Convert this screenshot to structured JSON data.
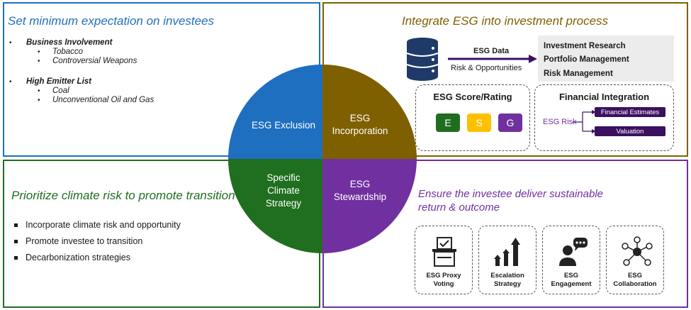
{
  "exclusion": {
    "title": "Set minimum expectation on investees",
    "groups": [
      {
        "name": "Business Involvement",
        "items": [
          "Tobacco",
          "Controversial Weapons"
        ]
      },
      {
        "name": "High Emitter List",
        "items": [
          "Coal",
          "Unconventional Oil and Gas"
        ]
      }
    ]
  },
  "incorporation": {
    "title": "Integrate ESG into investment process",
    "esg_data_label": "ESG Data",
    "esg_data_sub": "Risk & Opportunities",
    "targets": [
      "Investment Research",
      "Portfolio Management",
      "Risk Management"
    ],
    "score_title": "ESG Score/Rating",
    "score_letters": [
      "E",
      "S",
      "G"
    ],
    "fin_title": "Financial Integration",
    "fin_source": "ESG Risk",
    "fin_outputs": [
      "Financial Estimates",
      "Valuation"
    ]
  },
  "climate": {
    "title": "Prioritize climate risk to promote transition",
    "items": [
      "Incorporate climate risk and opportunity",
      "Promote investee to transition",
      "Decarbonization strategies"
    ]
  },
  "stewardship": {
    "title_line1": "Ensure the investee deliver sustainable",
    "title_line2": "return & outcome",
    "cards": [
      {
        "line1": "ESG Proxy",
        "line2": "Voting",
        "icon": "ballot-box-icon"
      },
      {
        "line1": "Escalation",
        "line2": "Strategy",
        "icon": "escalation-arrows-icon"
      },
      {
        "line1": "ESG",
        "line2": "Engagement",
        "icon": "engagement-person-icon"
      },
      {
        "line1": "ESG",
        "line2": "Collaboration",
        "icon": "network-people-icon"
      }
    ]
  },
  "circle": {
    "exclusion": "ESG Exclusion",
    "incorporation_1": "ESG",
    "incorporation_2": "Incorporation",
    "climate_1": "Specific",
    "climate_2": "Climate",
    "climate_3": "Strategy",
    "stewardship_1": "ESG",
    "stewardship_2": "Stewardship"
  },
  "colors": {
    "blue": "#1e6fc0",
    "brown": "#7f6000",
    "green": "#206e1f",
    "purple": "#7030a0",
    "e": "#1f6e1f",
    "s": "#ffc000",
    "g": "#7030a0"
  }
}
